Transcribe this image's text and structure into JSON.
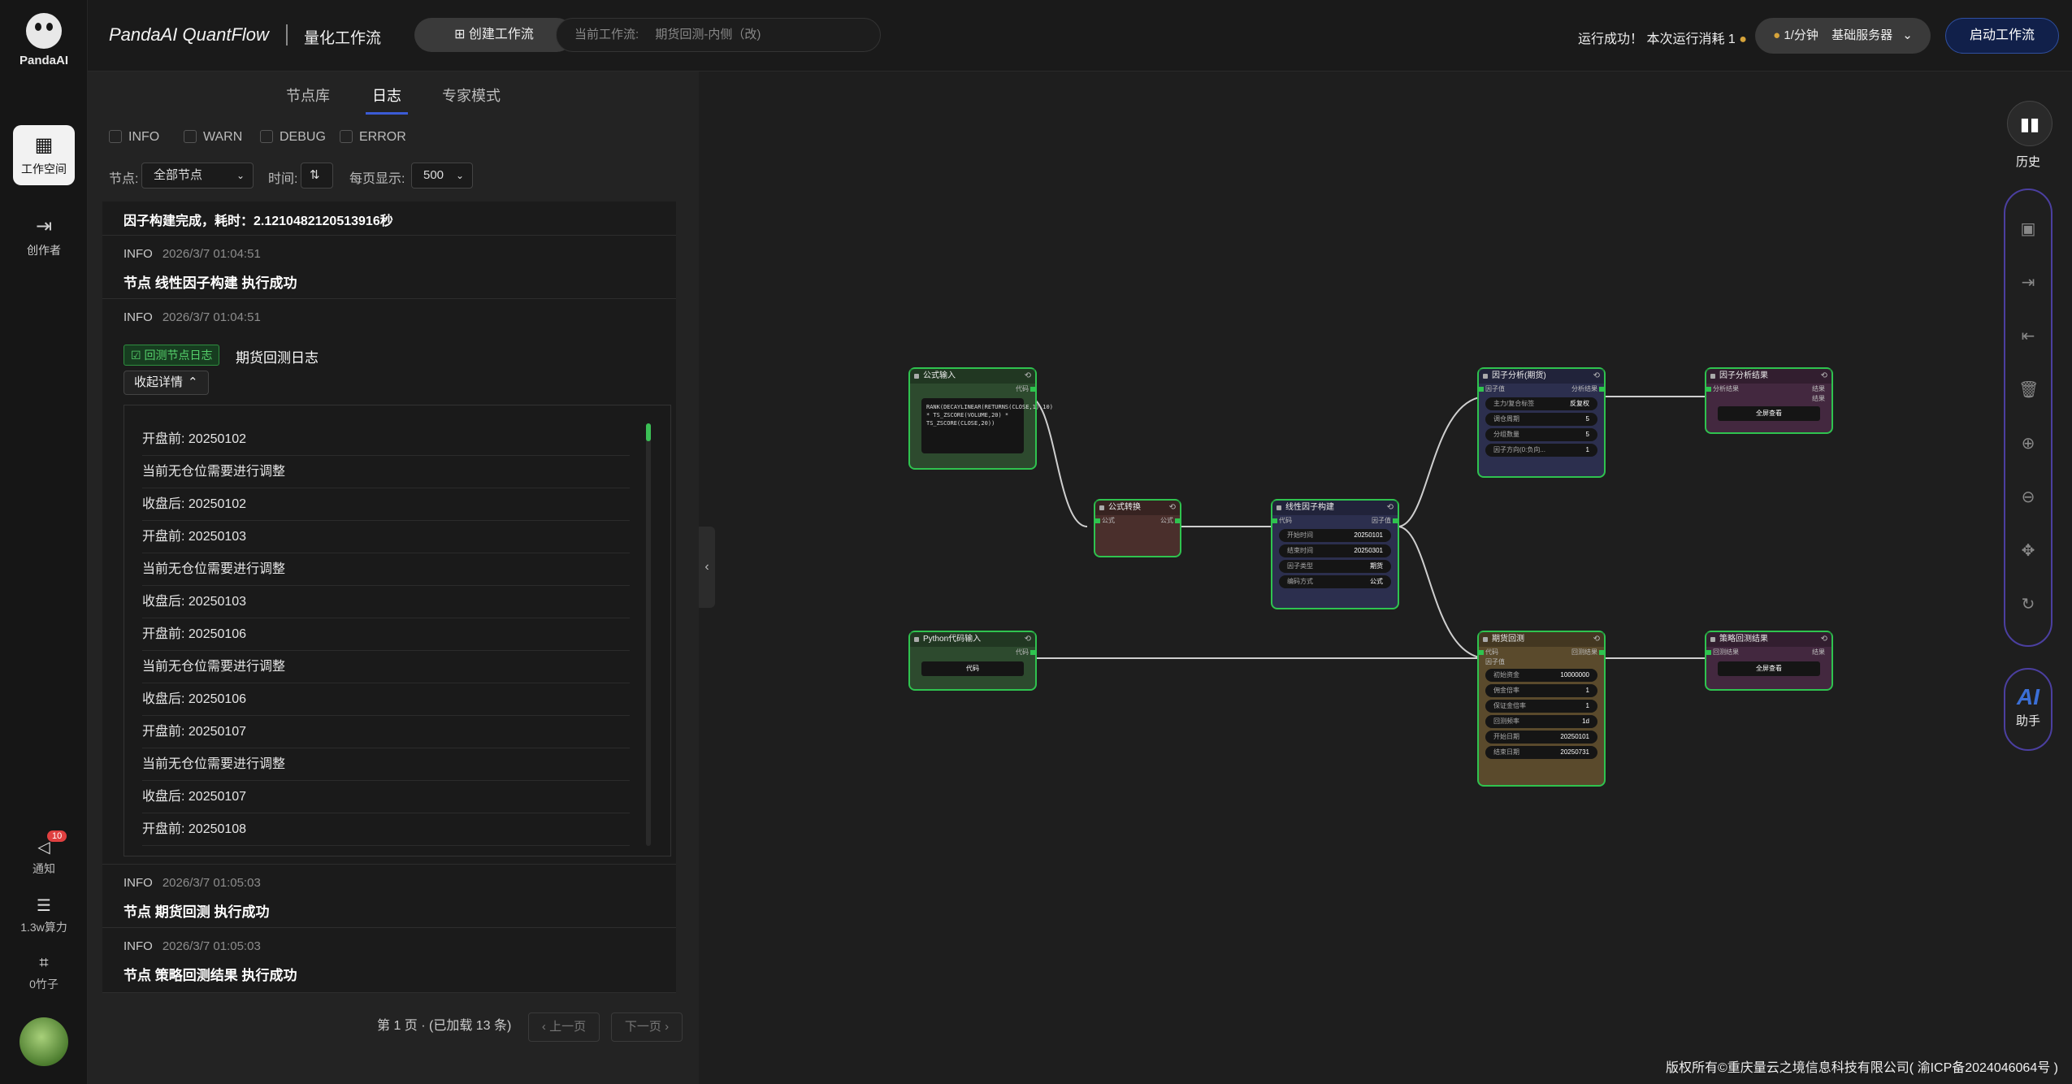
{
  "nav": {
    "logo_text": "PandaAI",
    "workspace": "工作空间",
    "creator": "创作者",
    "notify": "通知",
    "notify_count": "10",
    "compute": "1.3w算力",
    "bamboo": "0竹子"
  },
  "header": {
    "brand": "PandaAI QuantFlow",
    "subtitle": "量化工作流",
    "create_btn": "创建工作流",
    "current_label": "当前工作流:",
    "current_name": "期货回测-内侧（改)",
    "status": "运行成功！ 本次运行消耗 1",
    "server_rate": "1/分钟",
    "server_name": "基础服务器",
    "start_btn": "启动工作流"
  },
  "panel": {
    "tabs": [
      "节点库",
      "日志",
      "专家模式"
    ],
    "active_tab": "日志",
    "levels": [
      "INFO",
      "WARN",
      "DEBUG",
      "ERROR"
    ],
    "node_label": "节点:",
    "node_value": "全部节点",
    "time_label": "时间:",
    "per_page_label": "每页显示:",
    "per_page_value": "500",
    "logs": [
      {
        "message": "因子构建完成，耗时：2.1210482120513916秒"
      },
      {
        "level": "INFO",
        "time": "2026/3/7 01:04:51",
        "message": "节点 线性因子构建 执行成功"
      },
      {
        "level": "INFO",
        "time": "2026/3/7 01:04:51",
        "tag": "回测节点日志",
        "message": "期货回测日志",
        "collapse_btn": "收起详情"
      },
      {
        "level": "INFO",
        "time": "2026/3/7 01:05:03",
        "message": "节点 期货回测 执行成功"
      },
      {
        "level": "INFO",
        "time": "2026/3/7 01:05:03",
        "message": "节点 策略回测结果 执行成功"
      }
    ],
    "detail_lines": [
      "开盘前: 20250102",
      "当前无仓位需要进行调整",
      "收盘后: 20250102",
      "开盘前: 20250103",
      "当前无仓位需要进行调整",
      "收盘后: 20250103",
      "开盘前: 20250106",
      "当前无仓位需要进行调整",
      "收盘后: 20250106",
      "开盘前: 20250107",
      "当前无仓位需要进行调整",
      "收盘后: 20250107",
      "开盘前: 20250108"
    ],
    "pager_text": "第 1 页 · (已加载 13 条)",
    "prev_btn": "上一页",
    "next_btn": "下一页"
  },
  "nodes": {
    "formula_input": {
      "title": "公式输入",
      "out": "代码",
      "code": "RANK(DECAYLINEAR(RETURNS(CLOSE,1),10) * TS_ZSCORE(VOLUME,20) * TS_ZSCORE(CLOSE,20))"
    },
    "formula_convert": {
      "title": "公式转换",
      "in": "公式",
      "out": "公式"
    },
    "linear_factor": {
      "title": "线性因子构建",
      "in": "代码",
      "out": "因子值",
      "fields": [
        [
          "开始时间",
          "20250101"
        ],
        [
          "结束时间",
          "20250301"
        ],
        [
          "因子类型",
          "期货"
        ],
        [
          "编码方式",
          "公式"
        ]
      ]
    },
    "factor_analysis": {
      "title": "因子分析(期货)",
      "in": "因子值",
      "out": "分析结果",
      "fields": [
        [
          "主力/复合标签",
          "反复权"
        ],
        [
          "调仓周期",
          "5"
        ],
        [
          "分组数量",
          "5"
        ],
        [
          "因子方向(0:负向...",
          "1"
        ]
      ]
    },
    "factor_result": {
      "title": "因子分析结果",
      "in": "分析结果",
      "out1": "结果",
      "out2": "结果",
      "btn": "全屏查看"
    },
    "python_input": {
      "title": "Python代码输入",
      "out": "代码",
      "btn": "代码"
    },
    "futures_backtest": {
      "title": "期货回测",
      "in1": "代码",
      "in2": "因子值",
      "out": "回测结果",
      "fields": [
        [
          "初始资金",
          "10000000"
        ],
        [
          "佣金倍率",
          "1"
        ],
        [
          "保证金倍率",
          "1"
        ],
        [
          "回测频率",
          "1d"
        ],
        [
          "开始日期",
          "20250101"
        ],
        [
          "结束日期",
          "20250731"
        ]
      ]
    },
    "strategy_result": {
      "title": "策略回测结果",
      "in": "回测结果",
      "out": "结果",
      "btn": "全屏查看"
    }
  },
  "right_tools": {
    "history": "历史",
    "assistant_logo": "AI",
    "assistant": "助手"
  },
  "footer": {
    "copyright": "版权所有©重庆量云之境信息科技有限公司( 渝ICP备2024046064号 )"
  },
  "colors": {
    "accent": "#3b5bd6",
    "node_border": "#2fc34f",
    "tag_green": "#56d16b"
  }
}
